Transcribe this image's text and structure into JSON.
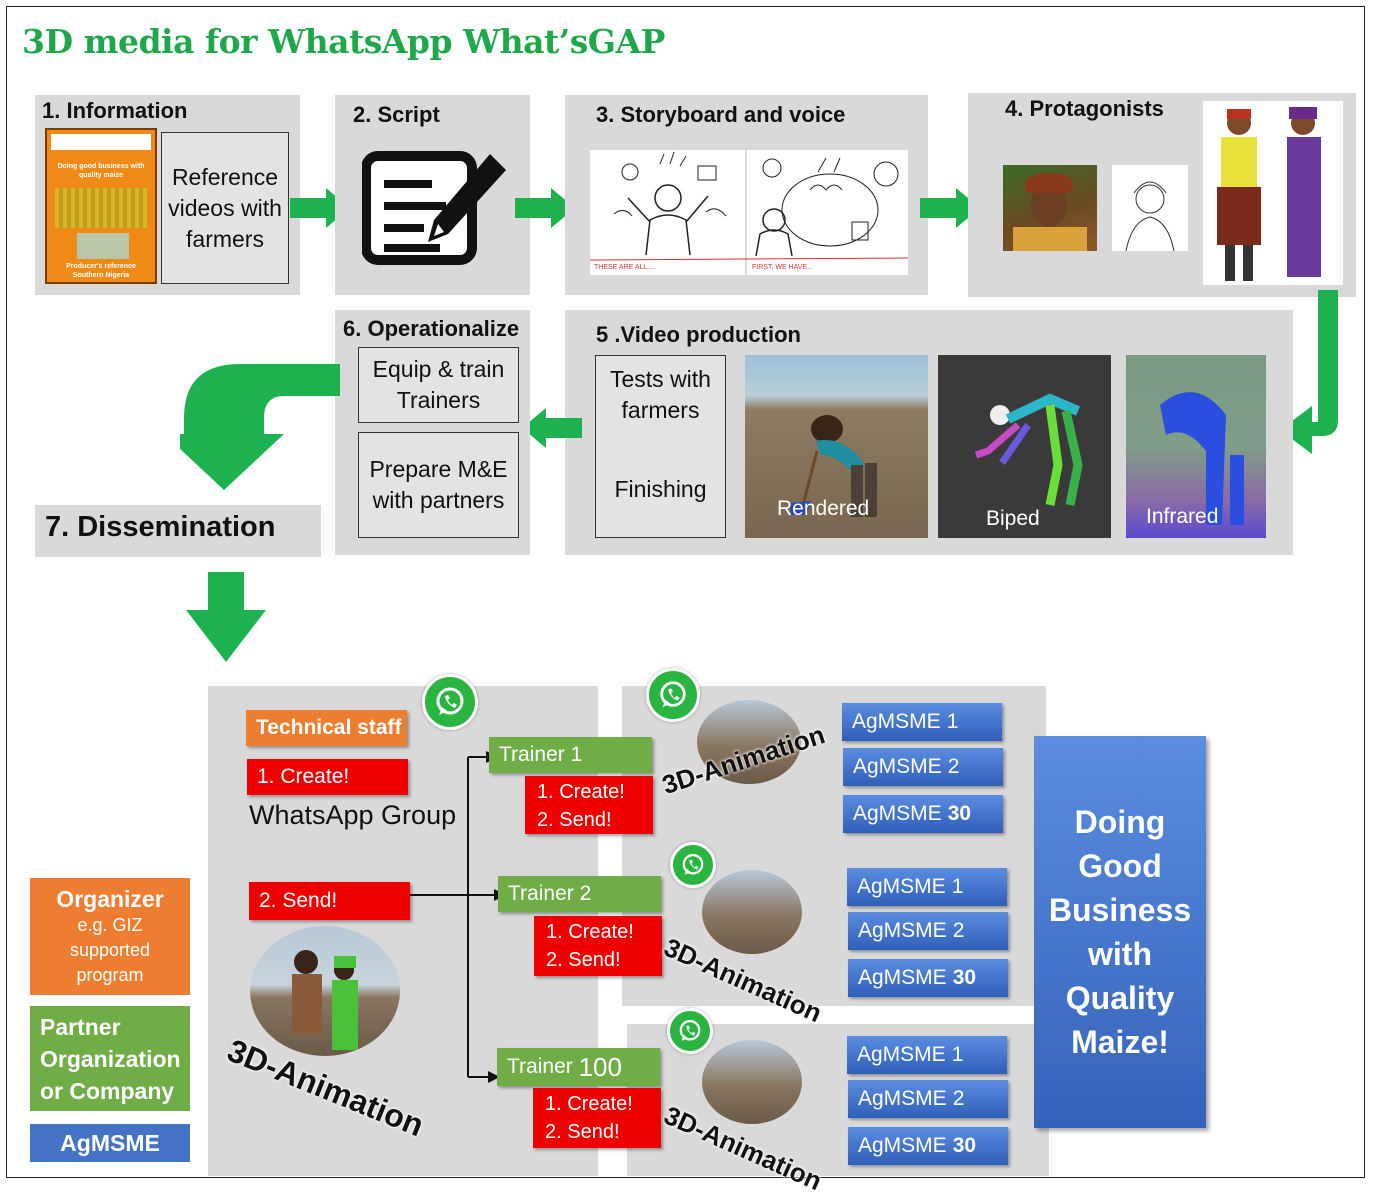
{
  "title": "3D media for WhatsApp What’sGAP",
  "steps": {
    "s1": {
      "title": "1.  Information",
      "ref": "Reference videos with farmers",
      "cover_title": "Doing good business with quality maize",
      "cover_footer": "Producer's reference Southern Nigeria"
    },
    "s2": {
      "title": "2. Script"
    },
    "s3": {
      "title": "3. Storyboard and voice",
      "caption_a": "THESE ARE ALL....",
      "caption_b": "FIRST, WE HAVE..."
    },
    "s4": {
      "title": "4. Protagonists"
    },
    "s5": {
      "title": "5 .Video production",
      "tests": "Tests with farmers",
      "finishing": "Finishing",
      "renders": [
        "Rendered",
        "Biped",
        "Infrared"
      ]
    },
    "s6": {
      "title": "6. Operationalize",
      "equip": "Equip & train Trainers",
      "prepare": "Prepare M&E with partners"
    },
    "s7": {
      "title": "7. Dissemination"
    }
  },
  "dissemination": {
    "technical_staff": "Technical staff",
    "create": "1. Create!",
    "whatsapp_group": "WhatsApp Group",
    "send": "2. Send!",
    "animation_label": "3D-Animation",
    "trainers": [
      {
        "prefix": "Trainer",
        "num": "1",
        "item1": "1.   Create!",
        "item2": "2.   Send!"
      },
      {
        "prefix": "Trainer",
        "num": "2",
        "item1": "1.   Create!",
        "item2": "2.   Send!"
      },
      {
        "prefix": "Trainer",
        "num": "100",
        "item1": "1.   Create!",
        "item2": "2.   Send!"
      }
    ],
    "agmsme_prefix": "AgMSME",
    "agmsme_nums": [
      "1",
      "2",
      "30"
    ],
    "banner": "Doing Good Business with Quality Maize!"
  },
  "legend": {
    "organizer": "Organizer",
    "organizer_sub": "e.g. GIZ supported program",
    "partner": "Partner Organization or Company",
    "agmsme": "AgMSME"
  },
  "colors": {
    "title_green": "#1ea84a",
    "arrow_green": "#1db24f",
    "orange": "#ed7d31",
    "red": "#ee0000",
    "green": "#70ad47",
    "blue": "#4472c4",
    "gray": "#d9d9d9"
  }
}
